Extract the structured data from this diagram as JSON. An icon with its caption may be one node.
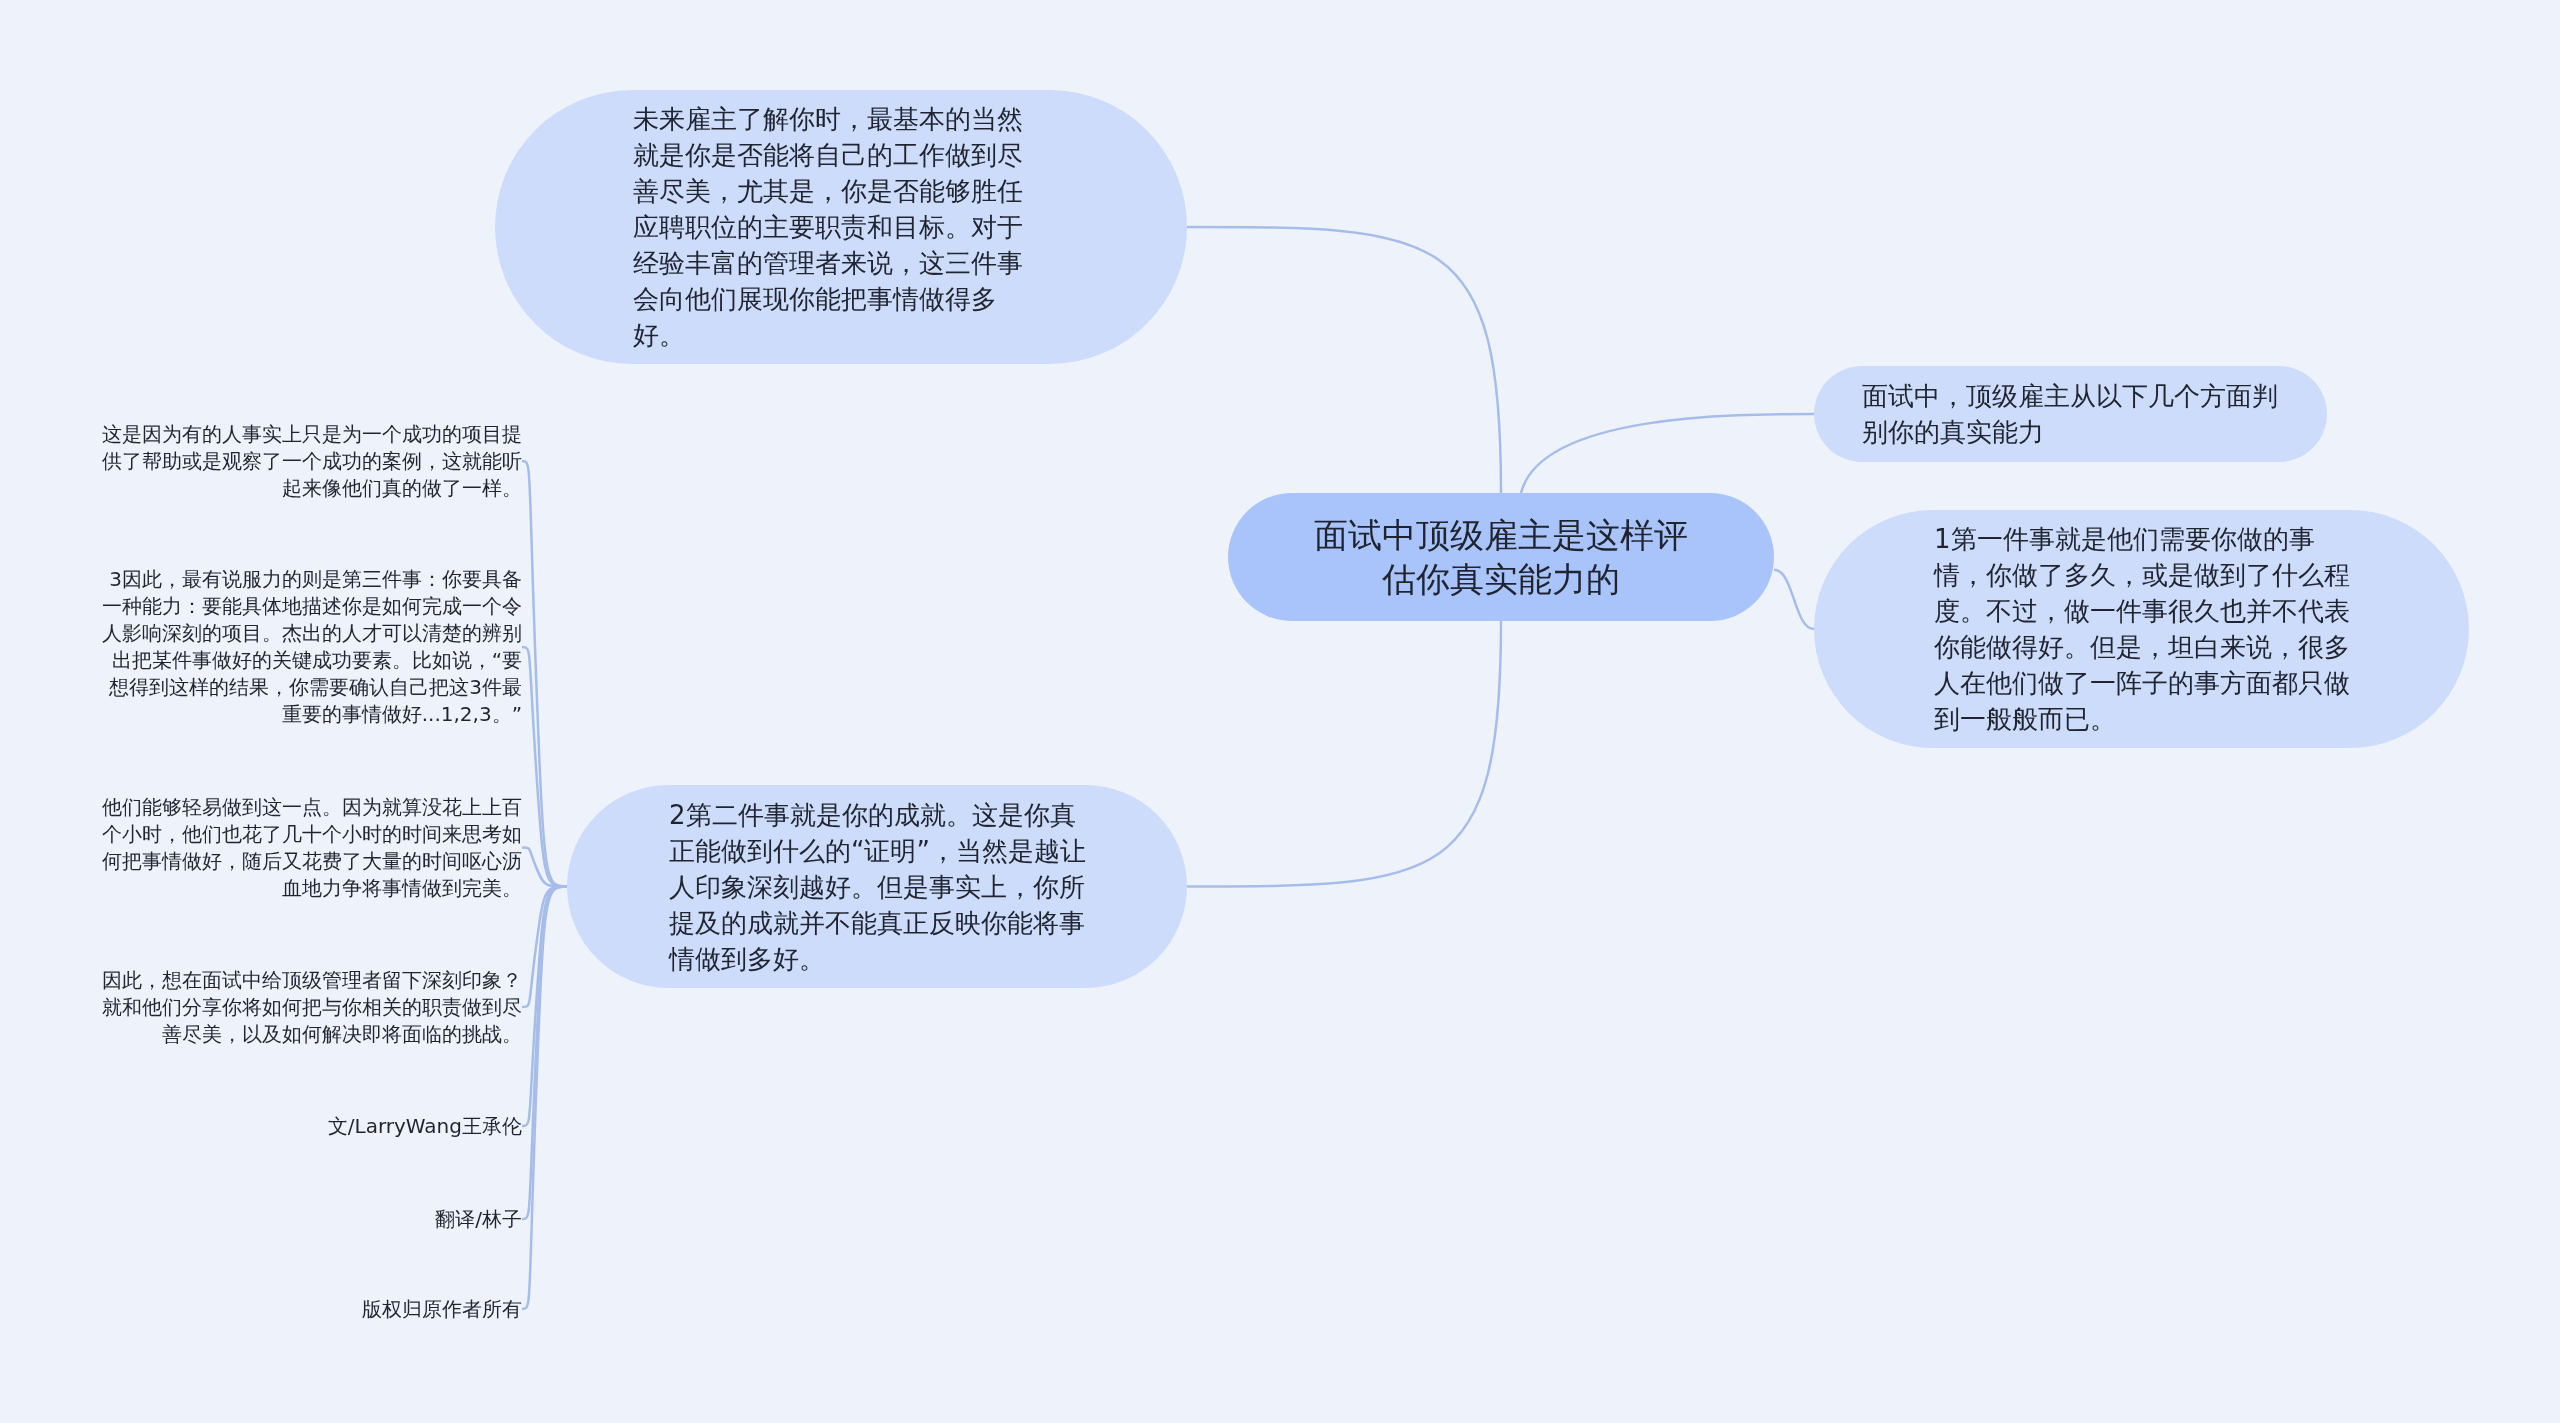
{
  "diagram": {
    "nodes": [
      {
        "text": [
          "面试中顶级雇主是这样评估你真实能力的"
        ]
      },
      {
        "text": [
          "未来雇主了解你时，最基本的当然就是你是否能将自己的工作做到尽善尽美，尤其是，你是否能够胜任应聘职位的主要职责和目标。对于经验丰富的管理者来说，这三件事会向他们展现你能把事情做得多好。"
        ]
      },
      {
        "text": [
          "面试中，顶级雇主从以下几个方面判别你的真实能力"
        ]
      },
      {
        "text": [
          "1第一件事就是他们需要你做的事情，你做了多久，或是做到了什么程度。不过，做一件事很久也并不代表你能做得好。但是，坦白来说，很多人在他们做了一阵子的事方面都只做到一般般而已。"
        ]
      },
      {
        "text": [
          "2第二件事就是你的成就。这是你真正能做到什么的“证明”，当然是越让人印象深刻越好。但是事实上，你所提及的成就并不能真正反映你能将事情做到多好。"
        ]
      },
      {
        "text": [
          "这是因为有的人事实上只是为一个成功的项目提供了帮助或是观察了一个成功的案例，这就能听起来像他们真的做了一样。"
        ]
      },
      {
        "text": [
          "3因此，最有说服力的则是第三件事：你要具备一种能力：要能具体地描述你是如何完成一个令人影响深刻的项目。杰出的人才可以清楚的辨别出把某件事做好的关键成功要素。比如说，“要想得到这样的结果，你需要确认自己把这3件最重要的事情做好...1,2,3。”"
        ]
      },
      {
        "text": [
          "他们能够轻易做到这一点。因为就算没花上上百个小时，他们也花了几十个小时的时间来思考如何把事情做好，随后又花费了大量的时间呕心沥血地力争将事情做到完美。"
        ]
      },
      {
        "text": [
          "因此，想在面试中给顶级管理者留下深刻印象？就和他们分享你将如何把与你相关的职责做到尽善尽美，以及如何解决即将面临的挑战。"
        ]
      },
      {
        "text": [
          "文/LarryWang王承伦"
        ]
      },
      {
        "text": [
          "翻译/林子"
        ]
      },
      {
        "text": [
          "版权归原作者所有"
        ]
      }
    ],
    "edges": [
      {
        "from": 0,
        "to": 1,
        "arrow": "none"
      },
      {
        "from": 0,
        "to": 2,
        "arrow": "none"
      },
      {
        "from": 0,
        "to": 3,
        "arrow": "none"
      },
      {
        "from": 0,
        "to": 4,
        "arrow": "none"
      },
      {
        "from": 4,
        "to": 5,
        "arrow": "none"
      },
      {
        "from": 4,
        "to": 6,
        "arrow": "none"
      },
      {
        "from": 4,
        "to": 7,
        "arrow": "none"
      },
      {
        "from": 4,
        "to": 8,
        "arrow": "none"
      },
      {
        "from": 4,
        "to": 9,
        "arrow": "none"
      },
      {
        "from": 4,
        "to": 10,
        "arrow": "none"
      },
      {
        "from": 4,
        "to": 11,
        "arrow": "none"
      }
    ]
  }
}
